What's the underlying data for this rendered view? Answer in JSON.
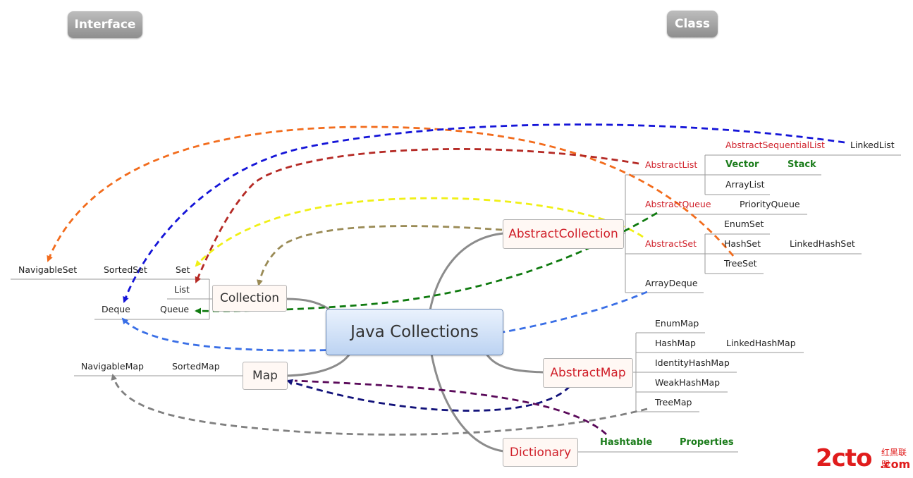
{
  "headers": {
    "interface": "Interface",
    "class": "Class"
  },
  "center": "Java Collections",
  "boxes": {
    "collection": "Collection",
    "map": "Map",
    "abstract_collection": "AbstractCollection",
    "abstract_map": "AbstractMap",
    "dictionary": "Dictionary"
  },
  "interfaces": {
    "navigable_set": "NavigableSet",
    "sorted_set": "SortedSet",
    "set": "Set",
    "list": "List",
    "deque": "Deque",
    "queue": "Queue",
    "navigable_map": "NavigableMap",
    "sorted_map": "SortedMap"
  },
  "classes": {
    "abstract_sequential_list": "AbstractSequentialList",
    "linked_list": "LinkedList",
    "abstract_list": "AbstractList",
    "vector": "Vector",
    "stack": "Stack",
    "array_list": "ArrayList",
    "abstract_queue": "AbstractQueue",
    "priority_queue": "PriorityQueue",
    "enum_set": "EnumSet",
    "abstract_set": "AbstractSet",
    "hash_set": "HashSet",
    "linked_hash_set": "LinkedHashSet",
    "tree_set": "TreeSet",
    "array_deque": "ArrayDeque",
    "enum_map": "EnumMap",
    "hash_map": "HashMap",
    "linked_hash_map": "LinkedHashMap",
    "identity_hash_map": "IdentityHashMap",
    "weak_hash_map": "WeakHashMap",
    "tree_map": "TreeMap",
    "hashtable": "Hashtable",
    "properties": "Properties"
  },
  "watermark": {
    "main": "2cto",
    "sub": "红黑联盟",
    "domain": ".com"
  },
  "colors": {
    "orange": "#f26c1d",
    "blue": "#1515d8",
    "darkred": "#b52a25",
    "yellow": "#f0f016",
    "olive": "#9a8b56",
    "green": "#0f7a0f",
    "lightblue": "#3a6fe6",
    "gray": "#808080",
    "navy": "#12127a",
    "purple": "#5a0a5a"
  }
}
